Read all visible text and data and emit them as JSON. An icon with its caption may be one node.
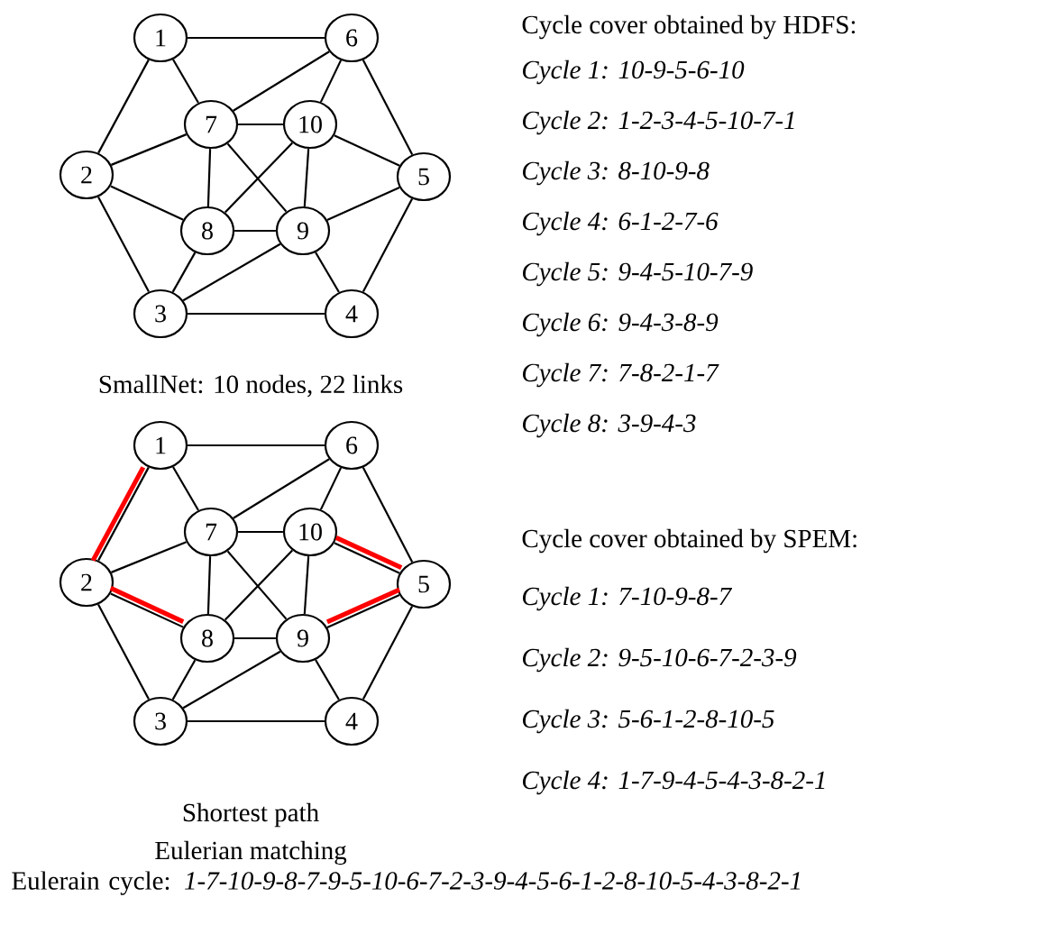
{
  "diagram": {
    "nodes": [
      {
        "text": [
          "1"
        ]
      },
      {
        "text": [
          "6"
        ]
      },
      {
        "text": [
          "7"
        ]
      },
      {
        "text": [
          "10"
        ]
      },
      {
        "text": [
          "2"
        ]
      },
      {
        "text": [
          "5"
        ]
      },
      {
        "text": [
          "8"
        ]
      },
      {
        "text": [
          "9"
        ]
      },
      {
        "text": [
          "3"
        ]
      },
      {
        "text": [
          "4"
        ]
      },
      {
        "text": [
          "1"
        ]
      },
      {
        "text": [
          "6"
        ]
      },
      {
        "text": [
          "7"
        ]
      },
      {
        "text": [
          "10"
        ]
      },
      {
        "text": [
          "2"
        ]
      },
      {
        "text": [
          "5"
        ]
      },
      {
        "text": [
          "8"
        ]
      },
      {
        "text": [
          "9"
        ]
      },
      {
        "text": [
          "3"
        ]
      },
      {
        "text": [
          "4"
        ]
      }
    ],
    "edges": [
      {
        "from": 0,
        "to": 1,
        "arrow": "none"
      },
      {
        "from": 0,
        "to": 4,
        "arrow": "none"
      },
      {
        "from": 0,
        "to": 2,
        "arrow": "none"
      },
      {
        "from": 1,
        "to": 2,
        "arrow": "none"
      },
      {
        "from": 1,
        "to": 3,
        "arrow": "none"
      },
      {
        "from": 1,
        "to": 5,
        "arrow": "none"
      },
      {
        "from": 2,
        "to": 3,
        "arrow": "none"
      },
      {
        "from": 2,
        "to": 4,
        "arrow": "none"
      },
      {
        "from": 2,
        "to": 6,
        "arrow": "none"
      },
      {
        "from": 2,
        "to": 7,
        "arrow": "none"
      },
      {
        "from": 3,
        "to": 6,
        "arrow": "none"
      },
      {
        "from": 3,
        "to": 7,
        "arrow": "none"
      },
      {
        "from": 3,
        "to": 5,
        "arrow": "none"
      },
      {
        "from": 4,
        "to": 6,
        "arrow": "none"
      },
      {
        "from": 4,
        "to": 8,
        "arrow": "none"
      },
      {
        "from": 6,
        "to": 7,
        "arrow": "none"
      },
      {
        "from": 6,
        "to": 8,
        "arrow": "none"
      },
      {
        "from": 7,
        "to": 8,
        "arrow": "none"
      },
      {
        "from": 7,
        "to": 5,
        "arrow": "none"
      },
      {
        "from": 7,
        "to": 9,
        "arrow": "none"
      },
      {
        "from": 5,
        "to": 9,
        "arrow": "none"
      },
      {
        "from": 8,
        "to": 9,
        "arrow": "none"
      },
      {
        "from": 10,
        "to": 11,
        "arrow": "none"
      },
      {
        "from": 10,
        "to": 14,
        "arrow": "none"
      },
      {
        "from": 10,
        "to": 12,
        "arrow": "none"
      },
      {
        "from": 11,
        "to": 12,
        "arrow": "none"
      },
      {
        "from": 11,
        "to": 13,
        "arrow": "none"
      },
      {
        "from": 11,
        "to": 15,
        "arrow": "none"
      },
      {
        "from": 12,
        "to": 13,
        "arrow": "none"
      },
      {
        "from": 12,
        "to": 14,
        "arrow": "none"
      },
      {
        "from": 12,
        "to": 16,
        "arrow": "none"
      },
      {
        "from": 12,
        "to": 17,
        "arrow": "none"
      },
      {
        "from": 13,
        "to": 16,
        "arrow": "none"
      },
      {
        "from": 13,
        "to": 17,
        "arrow": "none"
      },
      {
        "from": 13,
        "to": 15,
        "arrow": "none"
      },
      {
        "from": 14,
        "to": 16,
        "arrow": "none"
      },
      {
        "from": 14,
        "to": 18,
        "arrow": "none"
      },
      {
        "from": 16,
        "to": 17,
        "arrow": "none"
      },
      {
        "from": 16,
        "to": 18,
        "arrow": "none"
      },
      {
        "from": 17,
        "to": 18,
        "arrow": "none"
      },
      {
        "from": 17,
        "to": 15,
        "arrow": "none"
      },
      {
        "from": 17,
        "to": 19,
        "arrow": "none"
      },
      {
        "from": 15,
        "to": 19,
        "arrow": "none"
      },
      {
        "from": 18,
        "to": 19,
        "arrow": "none"
      },
      {
        "from": 10,
        "to": 14,
        "arrow": "none",
        "style": "thick",
        "color": "#ff0000"
      },
      {
        "from": 14,
        "to": 16,
        "arrow": "none",
        "style": "thick",
        "color": "#ff0000"
      },
      {
        "from": 13,
        "to": 15,
        "arrow": "none",
        "style": "thick",
        "color": "#ff0000"
      },
      {
        "from": 17,
        "to": 15,
        "arrow": "none",
        "style": "thick",
        "color": "#ff0000"
      }
    ],
    "labels": [
      "Cycle cover obtained by HDFS:",
      "Cycle 1: 10-9-5-6-10",
      "Cycle 2: 1-2-3-4-5-10-7-1",
      "Cycle 3: 8-10-9-8",
      "Cycle 4: 6-1-2-7-6",
      "Cycle 5: 9-4-5-10-7-9",
      "Cycle 6: 9-4-3-8-9",
      "Cycle 7: 7-8-2-1-7",
      "Cycle 8: 3-9-4-3",
      "SmallNet: 10 nodes, 22 links",
      "Cycle cover obtained by SPEM:",
      "Cycle 1: 7-10-9-8-7",
      "Cycle 2: 9-5-10-6-7-2-3-9",
      "Cycle 3: 5-6-1-2-8-10-5",
      "Cycle 4: 1-7-9-4-5-4-3-8-2-1",
      "Shortest path",
      "Eulerian matching",
      "Eulerain cycle: *1-7-10-9-8-7-9-5-10-6-7-2-3-9-4-5-6-1-2-8-10-5-4-3-8-2-1*"
    ]
  }
}
